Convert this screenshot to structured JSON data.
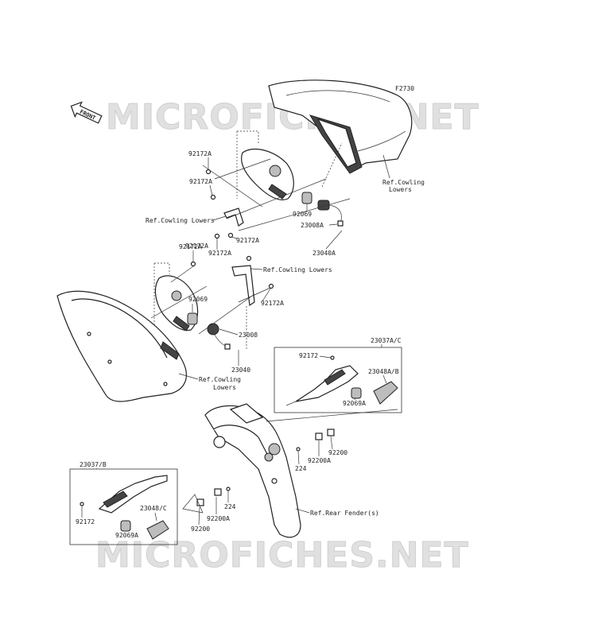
{
  "diagram": {
    "figure_code": "F2730",
    "front_marker": "FRONT",
    "watermark": "MICROFICHES.NET",
    "labels": {
      "p92172A_1": "92172A",
      "p92172A_2": "92172A",
      "ref_cowling_lowers_1": "Ref.Cowling Lowers",
      "p92172A_3": "92172A",
      "p92172A_4": "92172A",
      "p92172A_5": "92172A",
      "p92069_1": "92069",
      "p23008A": "23008A",
      "p23040A": "23040A",
      "ref_cowling_lowers_top_line1": "Ref.Cowling",
      "ref_cowling_lowers_top_line2": "Lowers",
      "p92172A_6": "92172A",
      "ref_cowling_lowers_2": "Ref.Cowling Lowers",
      "p92069_2": "92069",
      "p23008": "23008",
      "p23040": "23040",
      "ref_cowling_lowers_3_line1": "Ref.Cowling",
      "ref_cowling_lowers_3_line2": "Lowers",
      "p92172_1": "92172",
      "p23037AC": "23037A/C",
      "p23048AB": "23048A/B",
      "p92069A_1": "92069A",
      "p92200_1": "92200",
      "p92200A_1": "92200A",
      "p224_1": "224",
      "p23037B": "23037/B",
      "p92172_2": "92172",
      "p23048C": "23048/C",
      "p92069A_2": "92069A",
      "p224_2": "224",
      "p92200A_2": "92200A",
      "p92200_2": "92200",
      "ref_rear_fender": "Ref.Rear Fender(s)"
    }
  }
}
